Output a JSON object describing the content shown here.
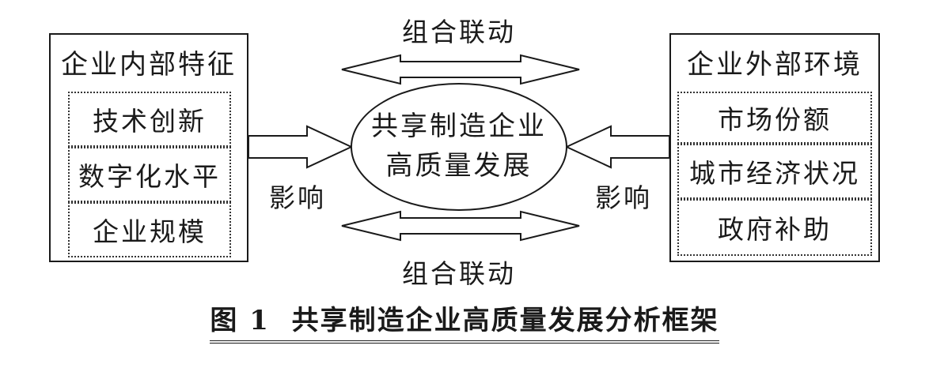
{
  "left_box": {
    "title": "企业内部特征",
    "items": [
      "技术创新",
      "数字化水平",
      "企业规模"
    ]
  },
  "right_box": {
    "title": "企业外部环境",
    "items": [
      "市场份额",
      "城市经济状况",
      "政府补助"
    ]
  },
  "center": {
    "line1": "共享制造企业",
    "line2": "高质量发展"
  },
  "arrows": {
    "top_label": "组合联动",
    "bottom_label": "组合联动",
    "left_label": "影响",
    "right_label": "影响"
  },
  "caption": {
    "number": "图 1",
    "text": "共享制造企业高质量发展分析框架"
  }
}
